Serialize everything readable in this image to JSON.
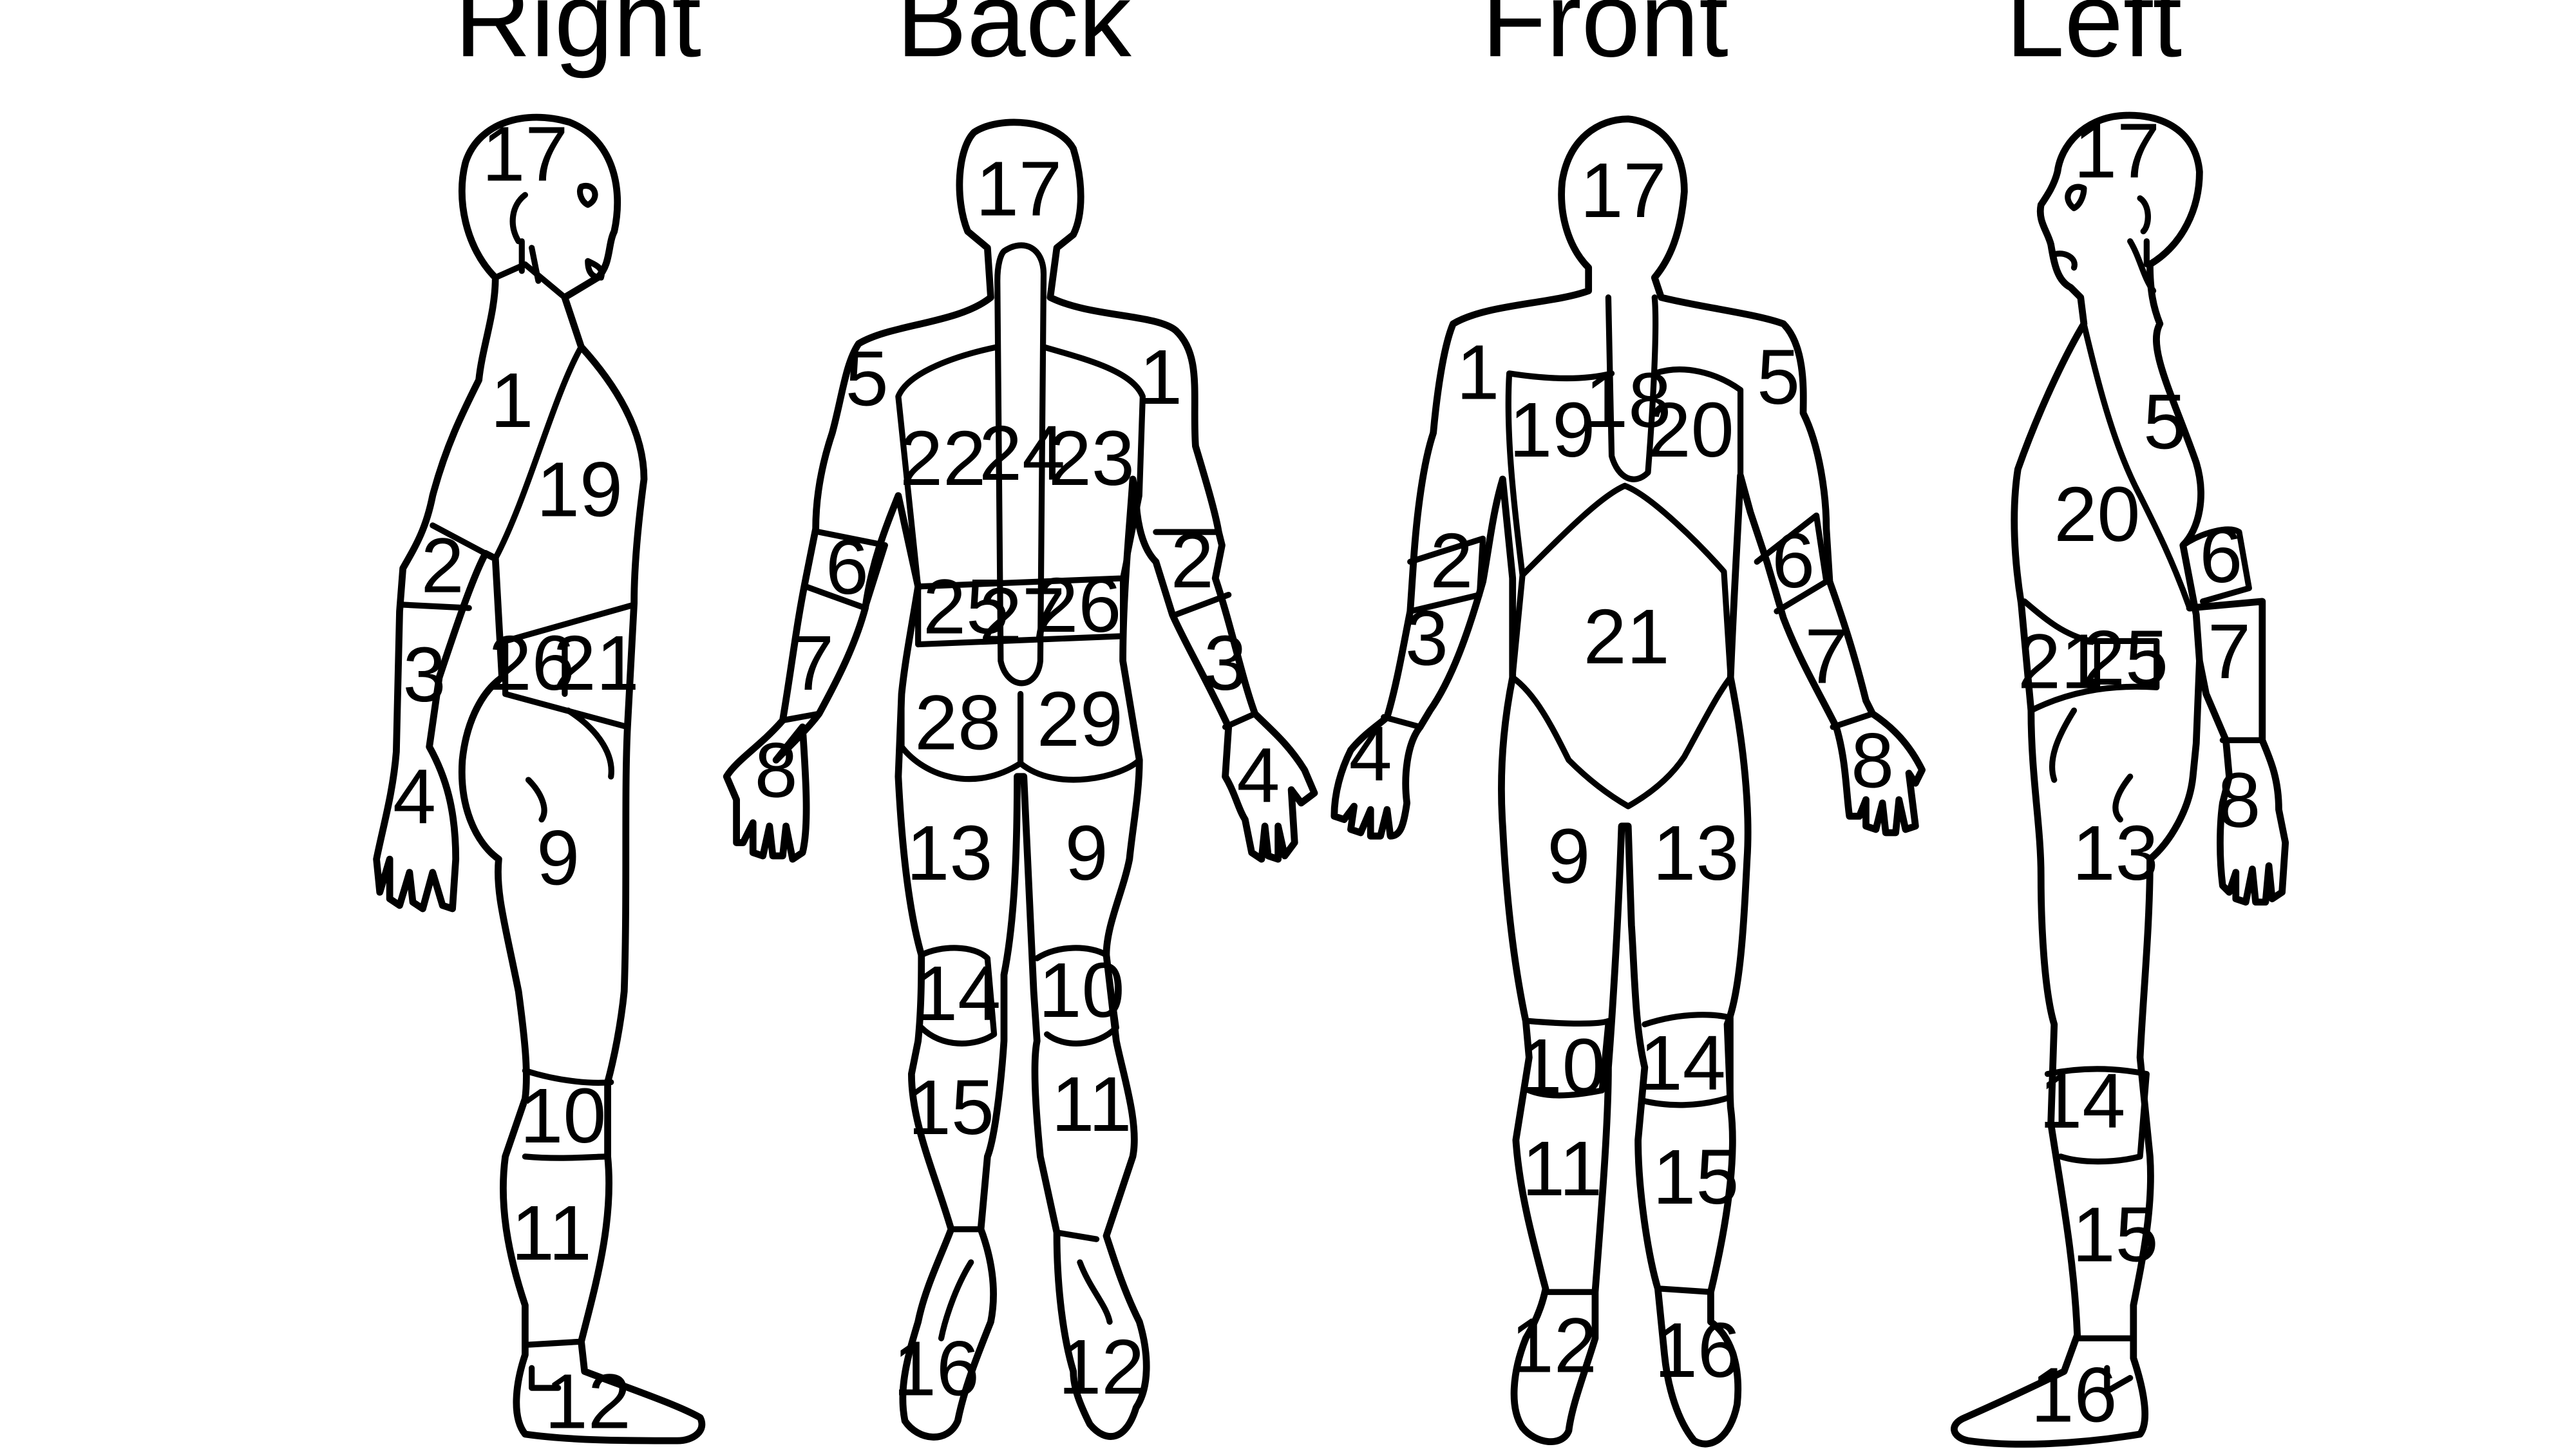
{
  "diagram": {
    "views": [
      {
        "id": "right",
        "title": "Right",
        "labels": [
          "17",
          "1",
          "19",
          "2",
          "3",
          "26",
          "21",
          "4",
          "9",
          "10",
          "11",
          "12"
        ]
      },
      {
        "id": "back",
        "title": "Back",
        "labels": [
          "17",
          "5",
          "1",
          "22",
          "24",
          "23",
          "6",
          "2",
          "25",
          "27",
          "26",
          "7",
          "3",
          "28",
          "29",
          "8",
          "4",
          "13",
          "9",
          "14",
          "10",
          "15",
          "11",
          "16",
          "12"
        ]
      },
      {
        "id": "front",
        "title": "Front",
        "labels": [
          "17",
          "1",
          "18",
          "5",
          "19",
          "20",
          "2",
          "6",
          "21",
          "3",
          "7",
          "4",
          "8",
          "9",
          "13",
          "10",
          "14",
          "11",
          "15",
          "12",
          "16"
        ]
      },
      {
        "id": "left",
        "title": "Left",
        "labels": [
          "17",
          "5",
          "20",
          "6",
          "7",
          "21",
          "25",
          "8",
          "13",
          "14",
          "15",
          "16"
        ]
      }
    ],
    "colors": {
      "line": "#000000",
      "background": "#ffffff"
    }
  }
}
